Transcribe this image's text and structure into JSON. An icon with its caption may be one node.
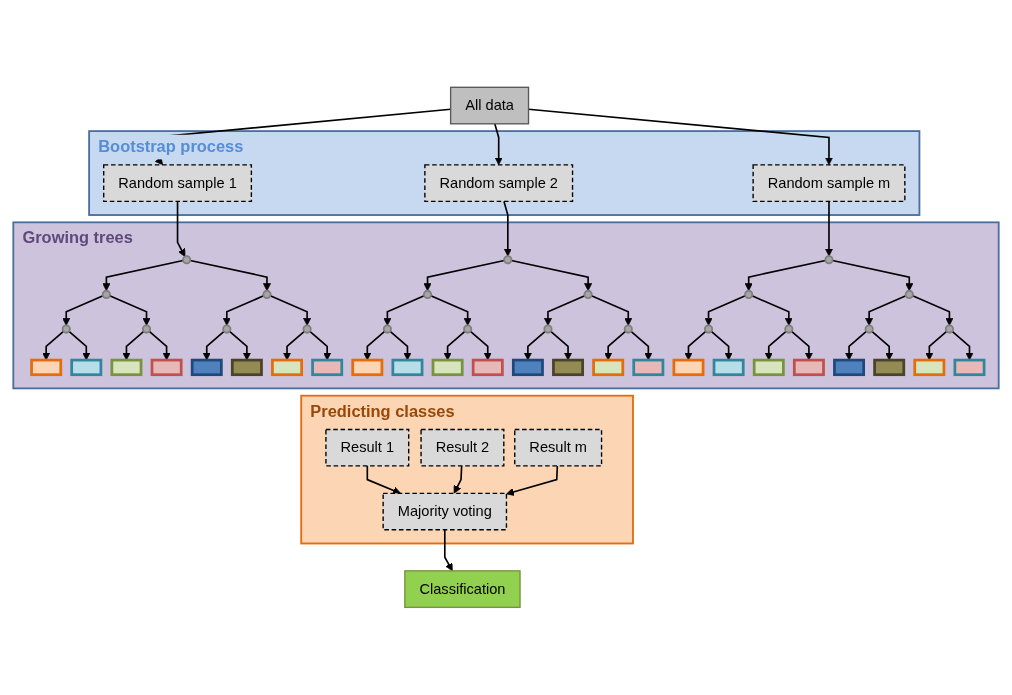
{
  "diagram": {
    "nodes": [
      {
        "text": [
          "All data"
        ]
      },
      {
        "text": [
          "Bootstrap process"
        ]
      },
      {
        "text": [
          "Random sample 1"
        ],
        "in": 1
      },
      {
        "text": [
          "Random sample 2"
        ],
        "in": 1
      },
      {
        "text": [
          "Random sample m"
        ],
        "in": 1
      },
      {
        "text": [
          "Growing trees"
        ]
      },
      {
        "text": [],
        "shape": "circle",
        "in": 5
      },
      {
        "text": [],
        "shape": "circle",
        "in": 5
      },
      {
        "text": [],
        "shape": "circle",
        "in": 5
      },
      {
        "text": [],
        "shape": "circle",
        "in": 5
      },
      {
        "text": [],
        "shape": "circle",
        "in": 5
      },
      {
        "text": [],
        "shape": "circle",
        "in": 5
      },
      {
        "text": [],
        "shape": "circle",
        "in": 5
      },
      {
        "text": [],
        "shape": "box",
        "in": 5
      },
      {
        "text": [],
        "shape": "box",
        "in": 5
      },
      {
        "text": [],
        "shape": "box",
        "in": 5
      },
      {
        "text": [],
        "shape": "box",
        "in": 5
      },
      {
        "text": [],
        "shape": "box",
        "in": 5
      },
      {
        "text": [],
        "shape": "box",
        "in": 5
      },
      {
        "text": [],
        "shape": "box",
        "in": 5
      },
      {
        "text": [],
        "shape": "box",
        "in": 5
      },
      {
        "text": [],
        "shape": "circle",
        "in": 5
      },
      {
        "text": [],
        "shape": "circle",
        "in": 5
      },
      {
        "text": [],
        "shape": "circle",
        "in": 5
      },
      {
        "text": [],
        "shape": "circle",
        "in": 5
      },
      {
        "text": [],
        "shape": "circle",
        "in": 5
      },
      {
        "text": [],
        "shape": "circle",
        "in": 5
      },
      {
        "text": [],
        "shape": "circle",
        "in": 5
      },
      {
        "text": [],
        "shape": "box",
        "in": 5
      },
      {
        "text": [],
        "shape": "box",
        "in": 5
      },
      {
        "text": [],
        "shape": "box",
        "in": 5
      },
      {
        "text": [],
        "shape": "box",
        "in": 5
      },
      {
        "text": [],
        "shape": "box",
        "in": 5
      },
      {
        "text": [],
        "shape": "box",
        "in": 5
      },
      {
        "text": [],
        "shape": "box",
        "in": 5
      },
      {
        "text": [],
        "shape": "box",
        "in": 5
      },
      {
        "text": [],
        "shape": "circle",
        "in": 5
      },
      {
        "text": [],
        "shape": "circle",
        "in": 5
      },
      {
        "text": [],
        "shape": "circle",
        "in": 5
      },
      {
        "text": [],
        "shape": "circle",
        "in": 5
      },
      {
        "text": [],
        "shape": "circle",
        "in": 5
      },
      {
        "text": [],
        "shape": "circle",
        "in": 5
      },
      {
        "text": [],
        "shape": "circle",
        "in": 5
      },
      {
        "text": [],
        "shape": "box",
        "in": 5
      },
      {
        "text": [],
        "shape": "box",
        "in": 5
      },
      {
        "text": [],
        "shape": "box",
        "in": 5
      },
      {
        "text": [],
        "shape": "box",
        "in": 5
      },
      {
        "text": [],
        "shape": "box",
        "in": 5
      },
      {
        "text": [],
        "shape": "box",
        "in": 5
      },
      {
        "text": [],
        "shape": "box",
        "in": 5
      },
      {
        "text": [],
        "shape": "box",
        "in": 5
      },
      {
        "text": [
          "Predicting classes"
        ]
      },
      {
        "text": [
          "Result 1"
        ],
        "in": 51
      },
      {
        "text": [
          "Result 2"
        ],
        "in": 51
      },
      {
        "text": [
          "Result m"
        ],
        "in": 51
      },
      {
        "text": [
          "Majority voting"
        ],
        "in": 51
      },
      {
        "text": [
          "Classification"
        ]
      }
    ],
    "edges": [
      {
        "from": 0,
        "to": 2,
        "arrow": "to"
      },
      {
        "from": 0,
        "to": 3,
        "arrow": "to"
      },
      {
        "from": 0,
        "to": 4,
        "arrow": "to"
      },
      {
        "from": 2,
        "to": 6,
        "arrow": "to"
      },
      {
        "from": 3,
        "to": 21,
        "arrow": "to"
      },
      {
        "from": 4,
        "to": 36,
        "arrow": "to"
      },
      {
        "from": 6,
        "to": 7,
        "arrow": "to"
      },
      {
        "from": 6,
        "to": 8,
        "arrow": "to"
      },
      {
        "from": 7,
        "to": 9,
        "arrow": "to"
      },
      {
        "from": 7,
        "to": 10,
        "arrow": "to"
      },
      {
        "from": 8,
        "to": 11,
        "arrow": "to"
      },
      {
        "from": 8,
        "to": 12,
        "arrow": "to"
      },
      {
        "from": 9,
        "to": 13,
        "arrow": "to"
      },
      {
        "from": 9,
        "to": 14,
        "arrow": "to"
      },
      {
        "from": 10,
        "to": 15,
        "arrow": "to"
      },
      {
        "from": 10,
        "to": 16,
        "arrow": "to"
      },
      {
        "from": 11,
        "to": 17,
        "arrow": "to"
      },
      {
        "from": 11,
        "to": 18,
        "arrow": "to"
      },
      {
        "from": 12,
        "to": 19,
        "arrow": "to"
      },
      {
        "from": 12,
        "to": 20,
        "arrow": "to"
      },
      {
        "from": 21,
        "to": 22,
        "arrow": "to"
      },
      {
        "from": 21,
        "to": 23,
        "arrow": "to"
      },
      {
        "from": 22,
        "to": 24,
        "arrow": "to"
      },
      {
        "from": 22,
        "to": 25,
        "arrow": "to"
      },
      {
        "from": 23,
        "to": 26,
        "arrow": "to"
      },
      {
        "from": 23,
        "to": 27,
        "arrow": "to"
      },
      {
        "from": 24,
        "to": 28,
        "arrow": "to"
      },
      {
        "from": 24,
        "to": 29,
        "arrow": "to"
      },
      {
        "from": 25,
        "to": 30,
        "arrow": "to"
      },
      {
        "from": 25,
        "to": 31,
        "arrow": "to"
      },
      {
        "from": 26,
        "to": 32,
        "arrow": "to"
      },
      {
        "from": 26,
        "to": 33,
        "arrow": "to"
      },
      {
        "from": 27,
        "to": 34,
        "arrow": "to"
      },
      {
        "from": 27,
        "to": 35,
        "arrow": "to"
      },
      {
        "from": 36,
        "to": 37,
        "arrow": "to"
      },
      {
        "from": 36,
        "to": 38,
        "arrow": "to"
      },
      {
        "from": 37,
        "to": 39,
        "arrow": "to"
      },
      {
        "from": 37,
        "to": 40,
        "arrow": "to"
      },
      {
        "from": 38,
        "to": 41,
        "arrow": "to"
      },
      {
        "from": 38,
        "to": 42,
        "arrow": "to"
      },
      {
        "from": 39,
        "to": 43,
        "arrow": "to"
      },
      {
        "from": 39,
        "to": 44,
        "arrow": "to"
      },
      {
        "from": 40,
        "to": 45,
        "arrow": "to"
      },
      {
        "from": 40,
        "to": 46,
        "arrow": "to"
      },
      {
        "from": 41,
        "to": 47,
        "arrow": "to"
      },
      {
        "from": 41,
        "to": 48,
        "arrow": "to"
      },
      {
        "from": 42,
        "to": 49,
        "arrow": "to"
      },
      {
        "from": 42,
        "to": 50,
        "arrow": "to"
      },
      {
        "from": 52,
        "to": 55,
        "arrow": "to"
      },
      {
        "from": 53,
        "to": 55,
        "arrow": "to"
      },
      {
        "from": 54,
        "to": 55,
        "arrow": "to"
      },
      {
        "from": 55,
        "to": 56,
        "arrow": "to"
      }
    ]
  }
}
